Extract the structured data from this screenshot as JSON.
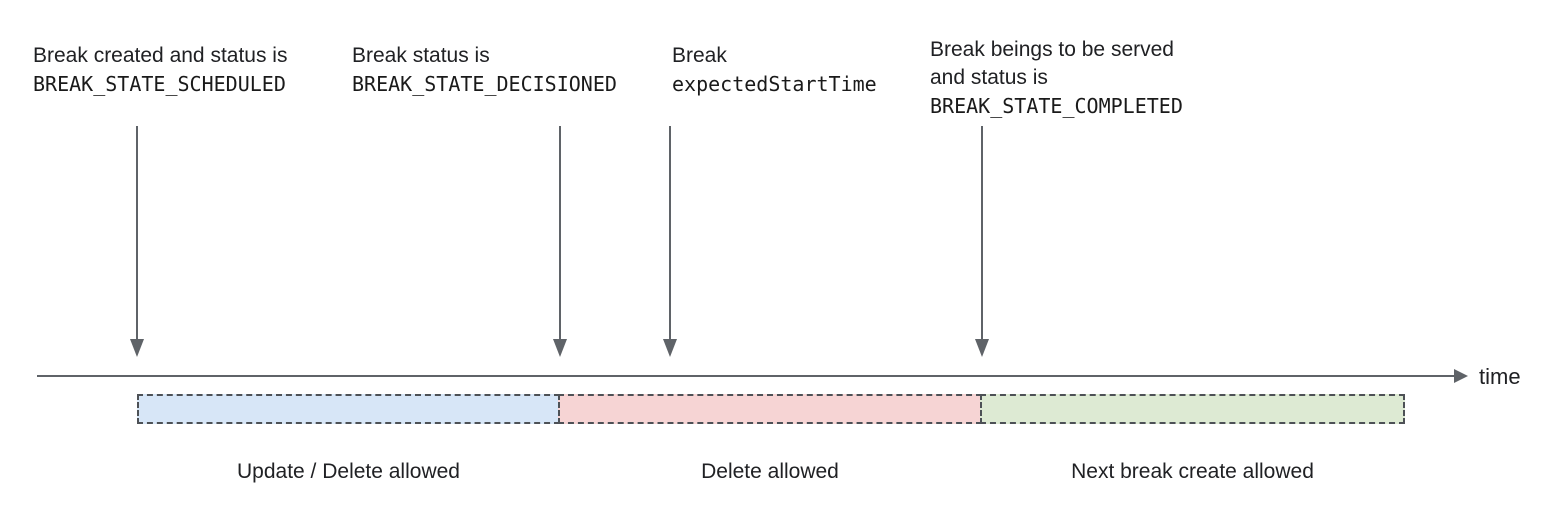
{
  "annotations": [
    {
      "line1": "Break created and status is",
      "code": "BREAK_STATE_SCHEDULED"
    },
    {
      "line1": "Break status is",
      "code": "BREAK_STATE_DECISIONED"
    },
    {
      "line1": "Break",
      "code": "expectedStartTime"
    },
    {
      "line1": "Break beings to be served",
      "line2": "and status is",
      "code": "BREAK_STATE_COMPLETED"
    }
  ],
  "timeline": {
    "axis_label": "time"
  },
  "segments": [
    {
      "label": "Update / Delete allowed",
      "color": "#d7e6f7"
    },
    {
      "label": "Delete allowed",
      "color": "#f6d4d4"
    },
    {
      "label": "Next break create allowed",
      "color": "#ddead3"
    }
  ],
  "colors": {
    "arrow": "#5f6368",
    "axis": "#5f6368",
    "segment_border": "#4d5156",
    "text": "#202124"
  }
}
